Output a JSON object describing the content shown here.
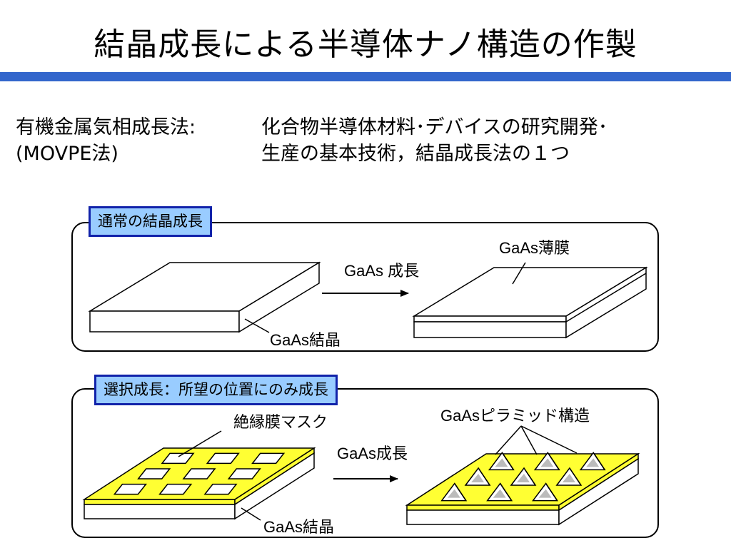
{
  "title": "結晶成長による半導体ナノ構造の作製",
  "colors": {
    "title_bar": "#3366cc",
    "label_box": "#99ccff",
    "label_border": "#1122aa",
    "mask_yellow": "#ffff33"
  },
  "intro": {
    "term_line1": "有機金属気相成長法:",
    "term_line2": "(MOVPE法)",
    "desc_line1": "化合物半導体材料･デバイスの研究開発･",
    "desc_line2": "生産の基本技術，結晶成長法の１つ"
  },
  "panel1": {
    "heading": "通常の結晶成長",
    "growth_label": "GaAs 成長",
    "substrate_label": "GaAs結晶",
    "film_label": "GaAs薄膜"
  },
  "panel2": {
    "heading": "選択成長：所望の位置にのみ成長",
    "mask_label": "絶縁膜マスク",
    "growth_label": "GaAs成長",
    "substrate_label": "GaAs結晶",
    "pyramid_label": "GaAsピラミッド構造"
  }
}
